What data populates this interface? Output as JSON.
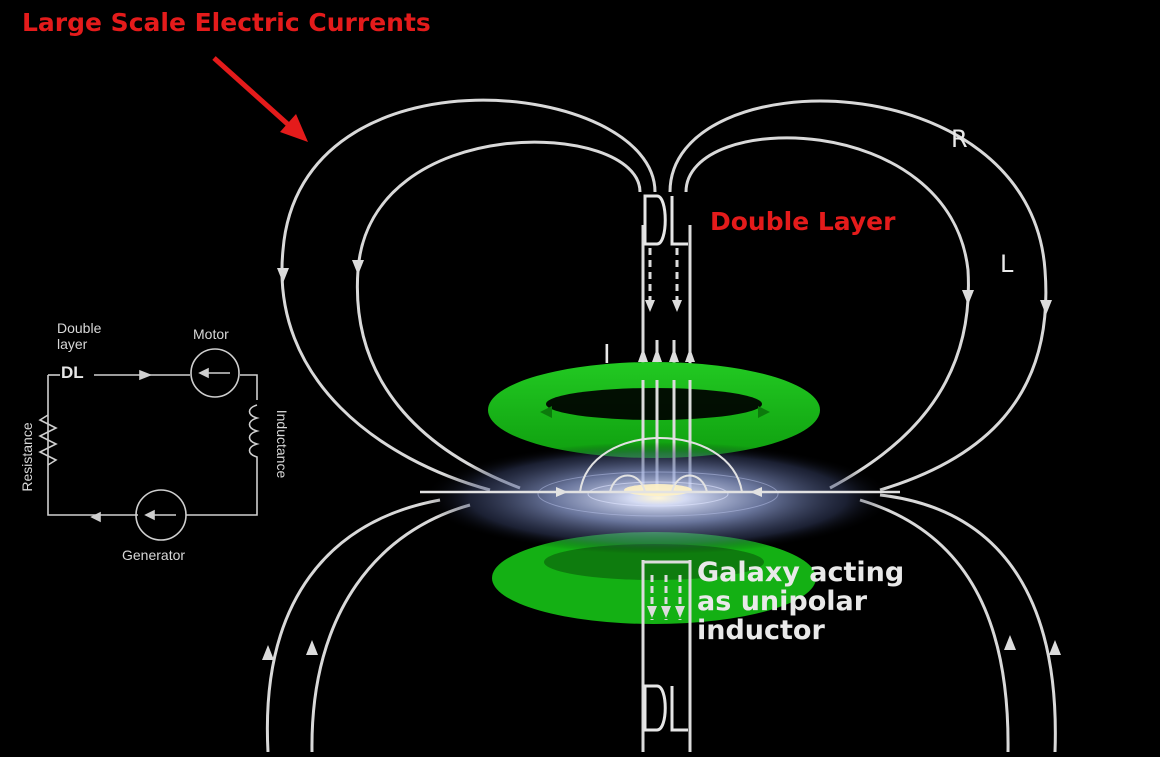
{
  "title": "Large Scale Electric Currents",
  "labels": {
    "double_layer": "Double Layer",
    "R": "R",
    "L": "L",
    "I": "I",
    "DL": "DL",
    "galaxy_line1": "Galaxy acting",
    "galaxy_line2": "as unipolar",
    "galaxy_line3": "inductor"
  },
  "circuit": {
    "double_layer_line1": "Double",
    "double_layer_line2": "layer",
    "dl": "DL",
    "motor": "Motor",
    "resistance": "Resistance",
    "inductance": "Inductance",
    "generator": "Generator"
  },
  "colors": {
    "background": "#000000",
    "title_red": "#e41b1b",
    "arrow_red": "#e41b1b",
    "current_lines": "#d9d9d9",
    "torus_green": "#15b815",
    "galaxy_glow": "#9aa9d8"
  }
}
